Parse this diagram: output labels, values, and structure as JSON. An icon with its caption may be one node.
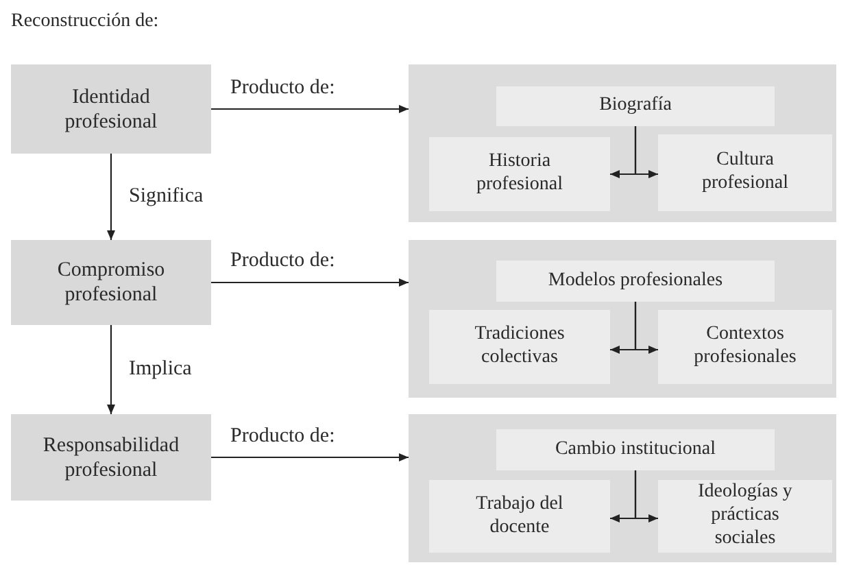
{
  "diagram": {
    "title": "Reconstrucción de:",
    "nodes": [
      {
        "text": [
          "Identidad profesional"
        ]
      },
      {
        "text": [],
        "shape": "box"
      },
      {
        "text": [
          "Biografía"
        ],
        "in": 1
      },
      {
        "text": [
          "Historia profesional"
        ],
        "in": 1
      },
      {
        "text": [
          "Cultura profesional"
        ],
        "in": 1
      },
      {
        "text": [
          "Compromiso profesional"
        ]
      },
      {
        "text": [],
        "shape": "box"
      },
      {
        "text": [
          "Modelos profesionales"
        ],
        "in": 6
      },
      {
        "text": [
          "Tradiciones colectivas"
        ],
        "in": 6
      },
      {
        "text": [
          "Contextos profesionales"
        ],
        "in": 6
      },
      {
        "text": [
          "Responsabilidad profesional"
        ]
      },
      {
        "text": [],
        "shape": "box"
      },
      {
        "text": [
          "Cambio institucional"
        ],
        "in": 11
      },
      {
        "text": [
          "Trabajo del docente"
        ],
        "in": 11
      },
      {
        "text": [
          "Ideologías y prácticas sociales"
        ],
        "in": 11
      }
    ],
    "edges": [
      {
        "from": 0,
        "to": 1,
        "arrow": "to",
        "label": "Producto de:"
      },
      {
        "from": 0,
        "to": 5,
        "arrow": "to",
        "label": "Significa"
      },
      {
        "from": 2,
        "to": 3,
        "arrow": "to"
      },
      {
        "from": 2,
        "to": 4,
        "arrow": "to"
      },
      {
        "from": 5,
        "to": 6,
        "arrow": "to",
        "label": "Producto de:"
      },
      {
        "from": 5,
        "to": 10,
        "arrow": "to",
        "label": "Implica"
      },
      {
        "from": 7,
        "to": 8,
        "arrow": "to"
      },
      {
        "from": 7,
        "to": 9,
        "arrow": "to"
      },
      {
        "from": 10,
        "to": 11,
        "arrow": "to",
        "label": "Producto de:"
      },
      {
        "from": 12,
        "to": 13,
        "arrow": "to"
      },
      {
        "from": 12,
        "to": 14,
        "arrow": "to"
      }
    ]
  }
}
